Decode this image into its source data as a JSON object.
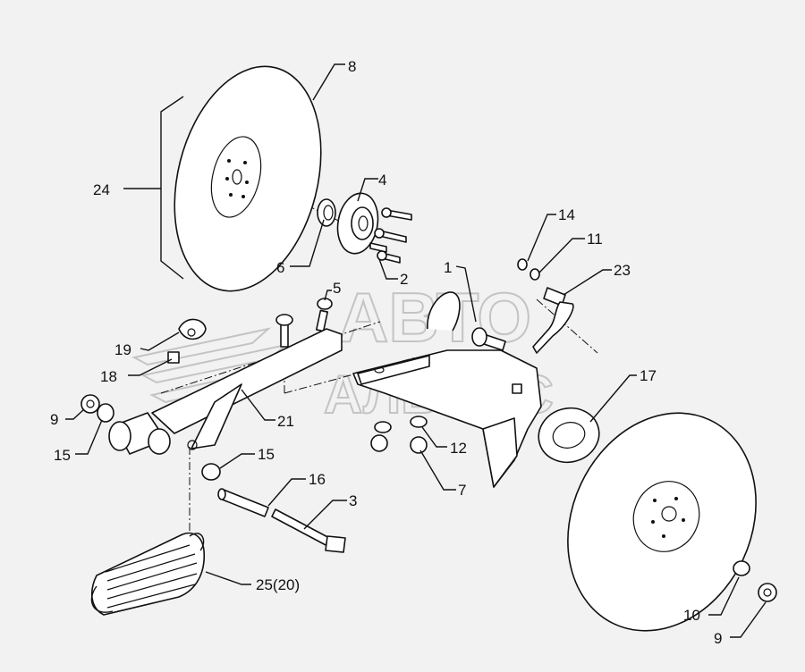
{
  "watermark": {
    "line1": "АВТО",
    "line2": "АЛЬЯНС"
  },
  "callouts": [
    {
      "id": "c1",
      "text": "1"
    },
    {
      "id": "c2",
      "text": "2"
    },
    {
      "id": "c3",
      "text": "3"
    },
    {
      "id": "c4",
      "text": "4"
    },
    {
      "id": "c5",
      "text": "5"
    },
    {
      "id": "c6",
      "text": "6"
    },
    {
      "id": "c7",
      "text": "7"
    },
    {
      "id": "c8",
      "text": "8"
    },
    {
      "id": "c9a",
      "text": "9"
    },
    {
      "id": "c9b",
      "text": "9"
    },
    {
      "id": "c10",
      "text": "10"
    },
    {
      "id": "c11",
      "text": "11"
    },
    {
      "id": "c12",
      "text": "12"
    },
    {
      "id": "c14",
      "text": "14"
    },
    {
      "id": "c15a",
      "text": "15"
    },
    {
      "id": "c15b",
      "text": "15"
    },
    {
      "id": "c16",
      "text": "16"
    },
    {
      "id": "c17",
      "text": "17"
    },
    {
      "id": "c18",
      "text": "18"
    },
    {
      "id": "c19",
      "text": "19"
    },
    {
      "id": "c21",
      "text": "21"
    },
    {
      "id": "c23",
      "text": "23"
    },
    {
      "id": "c24",
      "text": "24"
    },
    {
      "id": "c25",
      "text": "25(20)"
    }
  ]
}
